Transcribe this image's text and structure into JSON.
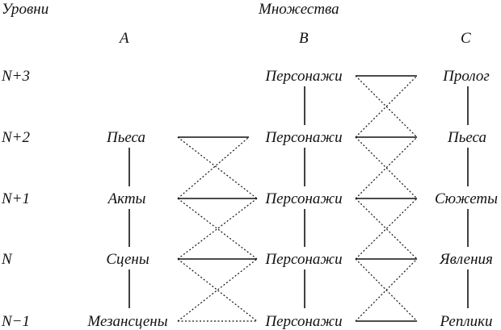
{
  "headers": {
    "levels": "Уровни",
    "sets": "Множества"
  },
  "sets": {
    "a": "A",
    "b": "B",
    "c": "C"
  },
  "levels": [
    "N+3",
    "N+2",
    "N+1",
    "N",
    "N−1"
  ],
  "columnA": [
    "Пьеса",
    "Акты",
    "Сцены",
    "Мезансцены"
  ],
  "columnB": [
    "Персонажи",
    "Персонажи",
    "Персонажи",
    "Персонажи",
    "Персонажи"
  ],
  "columnC": [
    "Пролог",
    "Пьеса",
    "Сюжеты",
    "Явления",
    "Реплики"
  ]
}
